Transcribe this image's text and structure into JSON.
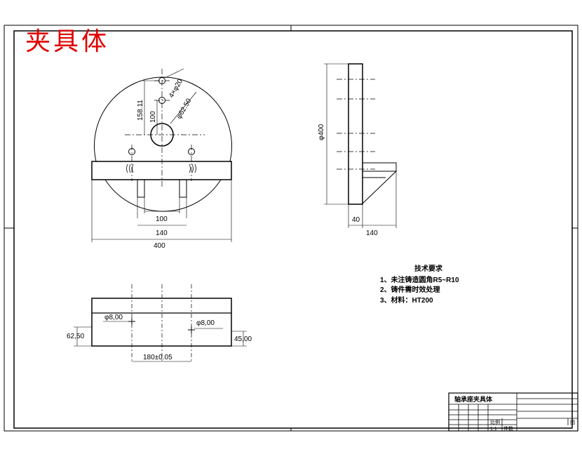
{
  "title": "夹具体",
  "front_view": {
    "hole_pattern": "4×φ20",
    "bolt_circle": "φ62.50",
    "vertical_dim": "158.11",
    "hole_offset": "100",
    "slot_width": "100",
    "base_width": "140",
    "overall_width": "400"
  },
  "side_view": {
    "diameter": "φ400",
    "thickness": "40",
    "depth": "140"
  },
  "bottom_view": {
    "left_hole": "φ8,00",
    "right_hole": "φ8,00",
    "left_height": "62,50",
    "right_height": "45,00",
    "hole_spacing": "180±0.05"
  },
  "tech_requirements": {
    "heading": "技术要求",
    "items": [
      "1、未注铸造圆角R5~R10",
      "2、铸件需时效处理",
      "3、材料：HT200"
    ]
  },
  "title_block": {
    "name": "轴承座夹具体",
    "scale_label": "比例",
    "scale_value": "1:1",
    "sheet": "件数",
    "drawing": "图"
  },
  "colors": {
    "line": "#000000",
    "title": "#e00000",
    "background": "#ffffff"
  }
}
